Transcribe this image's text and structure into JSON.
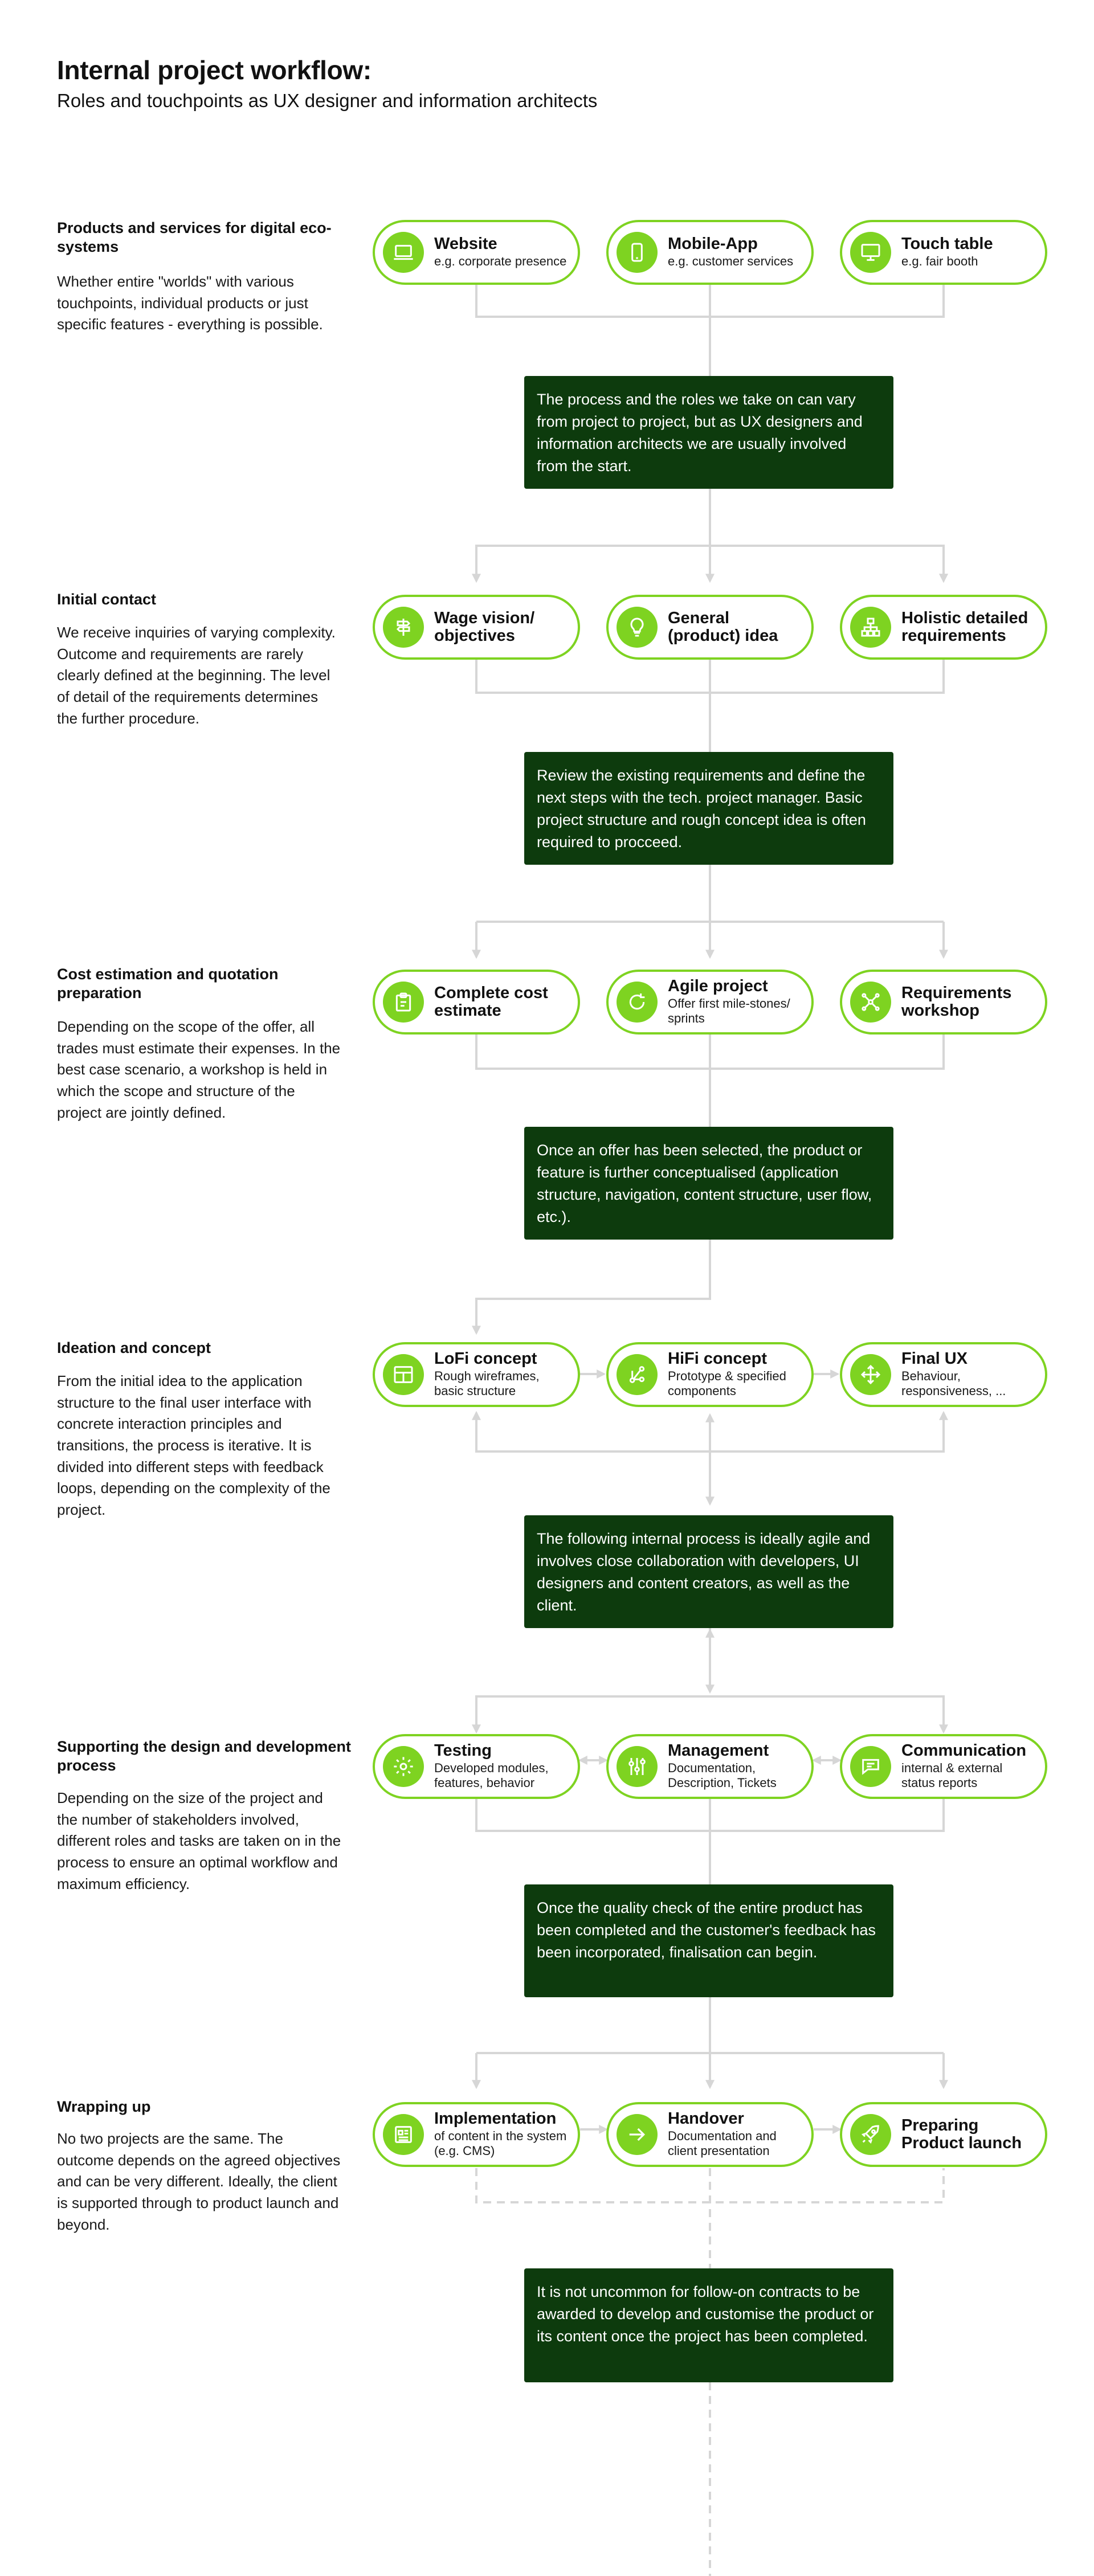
{
  "header": {
    "title": "Internal project workflow:",
    "subtitle": "Roles and touchpoints as UX designer and information architects"
  },
  "colors": {
    "accent": "#7ed321",
    "note_bg": "#0d3b0d",
    "connector": "#d6d6d6"
  },
  "sections": [
    {
      "title": "Products and services for digital eco-systems",
      "description": "Whether entire \"worlds\" with various touchpoints, individual products or just specific features - everything is possible.",
      "nodes": [
        {
          "label": "Website",
          "sub": "e.g. corporate presence",
          "icon": "laptop-icon"
        },
        {
          "label": "Mobile-App",
          "sub": "e.g. customer services",
          "icon": "smartphone-icon"
        },
        {
          "label": "Touch table",
          "sub": "e.g. fair booth",
          "icon": "monitor-icon"
        }
      ],
      "note": "The process and the roles we take on can vary from project to project, but as UX designers and information architects we are usually involved from the start."
    },
    {
      "title": "Initial contact",
      "description": "We receive inquiries of varying complexity. Outcome and requirements are rarely clearly defined at the beginning. The level of detail of the requirements determines the further procedure.",
      "nodes": [
        {
          "label": "Wage vision/ objectives",
          "sub": "",
          "icon": "signpost-icon"
        },
        {
          "label": "General (product) idea",
          "sub": "",
          "icon": "lightbulb-icon"
        },
        {
          "label": "Holistic detailed requirements",
          "sub": "",
          "icon": "hierarchy-icon"
        }
      ],
      "note": "Review the existing requirements and define the next steps with the tech. project manager. Basic project structure and rough concept idea is often required to procceed."
    },
    {
      "title": "Cost estimation and quotation preparation",
      "description": "Depending on the scope of the offer, all trades must estimate their expenses. In the best case scenario, a workshop is held in which the scope and structure of the project are jointly defined.",
      "nodes": [
        {
          "label": "Complete cost estimate",
          "sub": "",
          "icon": "clipboard-icon"
        },
        {
          "label": "Agile project",
          "sub": "Offer first mile-stones/ sprints",
          "icon": "cycle-icon"
        },
        {
          "label": "Requirements workshop",
          "sub": "",
          "icon": "network-icon"
        }
      ],
      "note": "Once an offer has been selected, the product or feature is further conceptualised (application structure, navigation, content structure, user flow, etc.)."
    },
    {
      "title": "Ideation and concept",
      "description": "From the initial idea to the application structure to the final user interface with concrete interaction principles and transitions, the process is iterative. It is divided into different steps with feedback loops, depending on the complexity of the project.",
      "nodes": [
        {
          "label": "LoFi concept",
          "sub": "Rough wireframes, basic structure",
          "icon": "wireframe-icon"
        },
        {
          "label": "HiFi concept",
          "sub": "Prototype & specified components",
          "icon": "flow-icon"
        },
        {
          "label": "Final UX",
          "sub": "Behaviour, responsiveness, ...",
          "icon": "move-icon"
        }
      ],
      "note": "The following internal process is ideally agile and involves close collaboration with developers, UI designers and content creators, as well as the client."
    },
    {
      "title": "Supporting the design and development process",
      "description": "Depending on the size of the project and the number of stakeholders involved, different roles and tasks are taken on in the process to ensure an optimal workflow and maximum efficiency.",
      "nodes": [
        {
          "label": "Testing",
          "sub": "Developed modules, features, behavior",
          "icon": "gear-icon"
        },
        {
          "label": "Management",
          "sub": "Documentation, Description, Tickets",
          "icon": "sliders-icon"
        },
        {
          "label": "Communication",
          "sub": "internal & external status reports",
          "icon": "chat-icon"
        }
      ],
      "note": "Once the quality check of the entire product has been completed and the customer's feedback has been incorporated, finalisation can begin."
    },
    {
      "title": "Wrapping up",
      "description": "No two projects are the same. The outcome depends on the agreed objectives and can be very different. Ideally, the client is supported through to product launch and beyond.",
      "nodes": [
        {
          "label": "Implementation",
          "sub": "of content in the system (e.g. CMS)",
          "icon": "document-icon"
        },
        {
          "label": "Handover",
          "sub": "Documentation and client presentation",
          "icon": "arrow-right-icon"
        },
        {
          "label": "Preparing Product launch",
          "sub": "",
          "icon": "rocket-icon"
        }
      ],
      "note": "It is not uncommon for follow-on contracts to be awarded to develop and customise the product or its content once the project has been completed."
    }
  ]
}
